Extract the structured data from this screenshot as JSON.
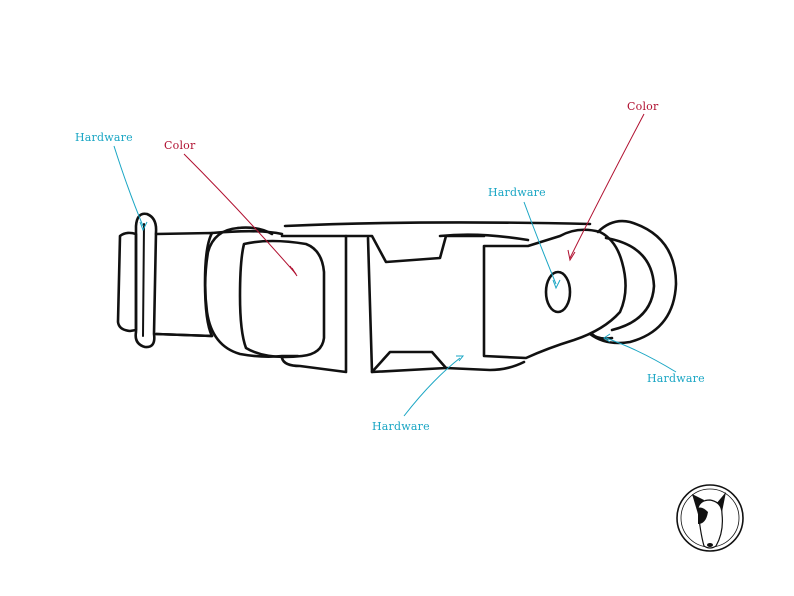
{
  "diagram": {
    "callouts": [
      {
        "id": "hardware-ring-left",
        "text": "Hardware",
        "kind": "hardware"
      },
      {
        "id": "color-strap-left",
        "text": "Color",
        "kind": "color"
      },
      {
        "id": "hardware-buckle-hole",
        "text": "Hardware",
        "kind": "hardware"
      },
      {
        "id": "color-strap-right",
        "text": "Color",
        "kind": "color"
      },
      {
        "id": "hardware-d-ring",
        "text": "Hardware",
        "kind": "hardware"
      },
      {
        "id": "hardware-buckle",
        "text": "Hardware",
        "kind": "hardware"
      }
    ],
    "colors": {
      "hardware": "#1aa6c4",
      "color": "#b01030",
      "ink": "#111111"
    },
    "logo": {
      "icon": "dog-head-icon"
    }
  }
}
